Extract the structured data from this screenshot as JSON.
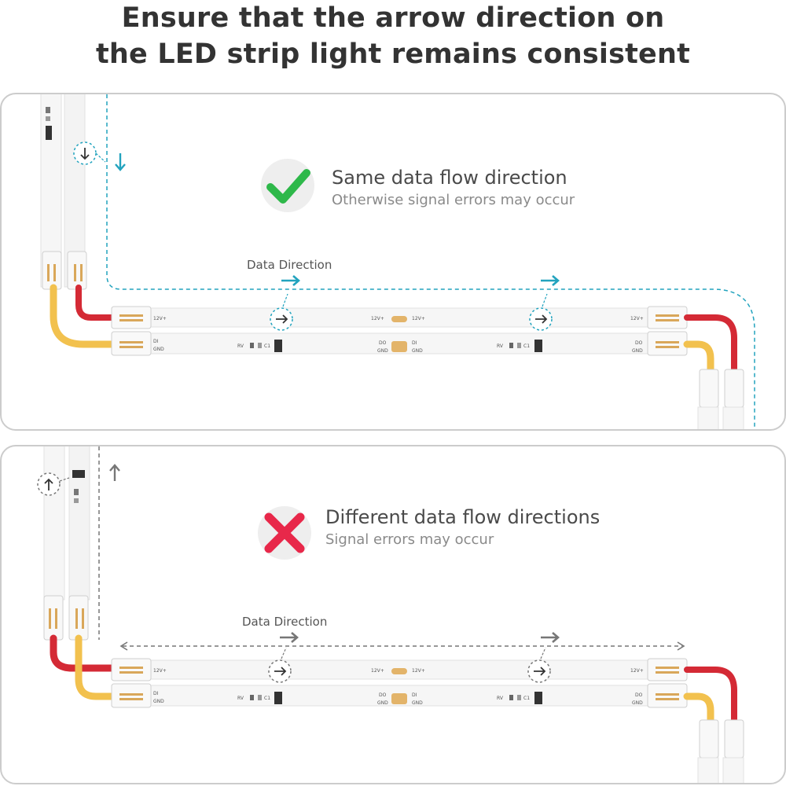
{
  "heading": {
    "line1": "Ensure that the arrow direction on",
    "line2": "the LED strip light remains consistent"
  },
  "correct_panel": {
    "title": "Same data flow direction",
    "subtitle": "Otherwise signal errors may occur",
    "direction_label": "Data Direction",
    "status_icon": "check-icon",
    "accent_color": "#22a3be",
    "status_color": "#2eb84a"
  },
  "incorrect_panel": {
    "title": "Different data flow directions",
    "subtitle": "Signal errors may occur",
    "direction_label": "Data Direction",
    "status_icon": "cross-icon",
    "accent_color": "#777777",
    "status_color": "#e8284a"
  },
  "strip_labels": {
    "power": "12V+",
    "data_in": "DI",
    "data_out": "DO",
    "ground": "GND",
    "resistor": "RV",
    "capacitor": "C1"
  },
  "wire_colors": {
    "power": "#d42a35",
    "ground": "#f2c14e"
  }
}
